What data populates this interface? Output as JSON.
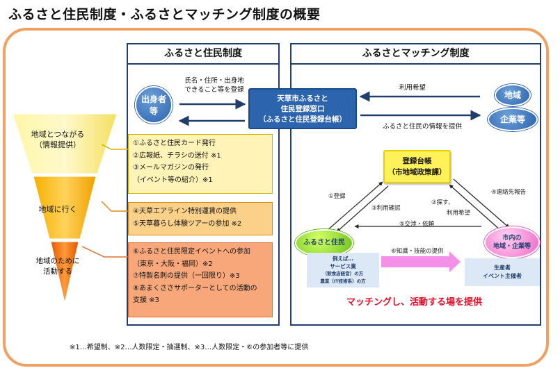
{
  "title": "ふるさと住民制度・ふるさとマッチング制度の概要",
  "left_panel": {
    "heading": "ふるさと住民制度",
    "origin_circle": [
      "出身者",
      "等"
    ],
    "register_note": [
      "氏名・住所・出身地",
      "できること等を登録"
    ]
  },
  "right_panel": {
    "heading": "ふるさとマッチング制度",
    "region_circle": "地域",
    "company_circle": "企業等",
    "use_request": "利用希望",
    "info_provide": "ふるさと住民の情報を提供",
    "ledger_title": "登録台帳",
    "ledger_sub": "（市地域政策課）",
    "resident_circle": "ふるさと住民",
    "local_circle": [
      "市内の",
      "地域・企業等"
    ],
    "arrow_labels": {
      "a1": "①登録",
      "a2": "②探す、",
      "a2b": "利用希望",
      "a3": "③利用確認",
      "a4": "④連絡先報告",
      "a5": "⑤交渉・依頼",
      "a6": "⑥知識・技能の提供"
    },
    "resident_examples": [
      "例えば…",
      "サービス業",
      "（飲食店経営）の方",
      "農業（IT技術系）の方"
    ],
    "local_examples": [
      "生産者",
      "イベント主催者"
    ],
    "slogan": "マッチングし、活動する場を提供"
  },
  "counter": [
    "天草市ふるさと",
    "住民登録窓口",
    "（ふるさと住民登録台帳）"
  ],
  "funnel": {
    "level1": [
      "地域とつながる",
      "（情報提供）"
    ],
    "level2": "地域に行く",
    "level3": [
      "地域のために",
      "活動する"
    ]
  },
  "benefits": {
    "yellow": [
      "①ふるさと住民カード発行",
      "②広報紙、チラシの送付 ※1",
      "③メールマガジンの発行",
      "（イベント等の紹介）※1"
    ],
    "orange": [
      "④天草エアライン特別運賃の提供",
      "⑤天草暮らし体験ツアーの参加 ※2"
    ],
    "salmon": [
      "⑥ふるさと住民限定イベントへの参加",
      "（東京・大阪・福岡）※2",
      "⑦特製名刺の提供（一回限り）※3",
      "⑧あまくささサポーターとしての活動の",
      "支援 ※3"
    ]
  },
  "footnote": "※1…希望制、※2…人数限定・抽選制、※3…人数限定・⑥の参加者等に提供",
  "colors": {
    "frame": "#f0a060",
    "panel_border": "#1f3e6c",
    "counter_blue": "#2d64ae",
    "slogan_red": "#e0102a"
  }
}
